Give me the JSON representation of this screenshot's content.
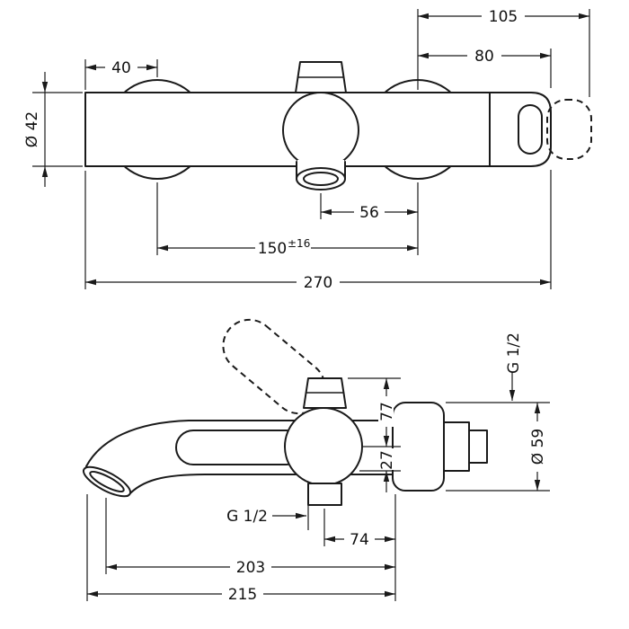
{
  "drawing": {
    "front_view": {
      "dim_105": "105",
      "dim_80": "80",
      "dim_40": "40",
      "dim_diameter": "Ø 42",
      "dim_56": "56",
      "dim_150": "150",
      "dim_150_tol": "±16",
      "dim_270": "270"
    },
    "side_view": {
      "dim_77": "77",
      "dim_27": "27",
      "dim_74": "74",
      "dim_203": "203",
      "dim_215": "215",
      "dim_diameter": "Ø 59",
      "thread_top": "G 1/2",
      "thread_bottom": "G 1/2"
    }
  }
}
